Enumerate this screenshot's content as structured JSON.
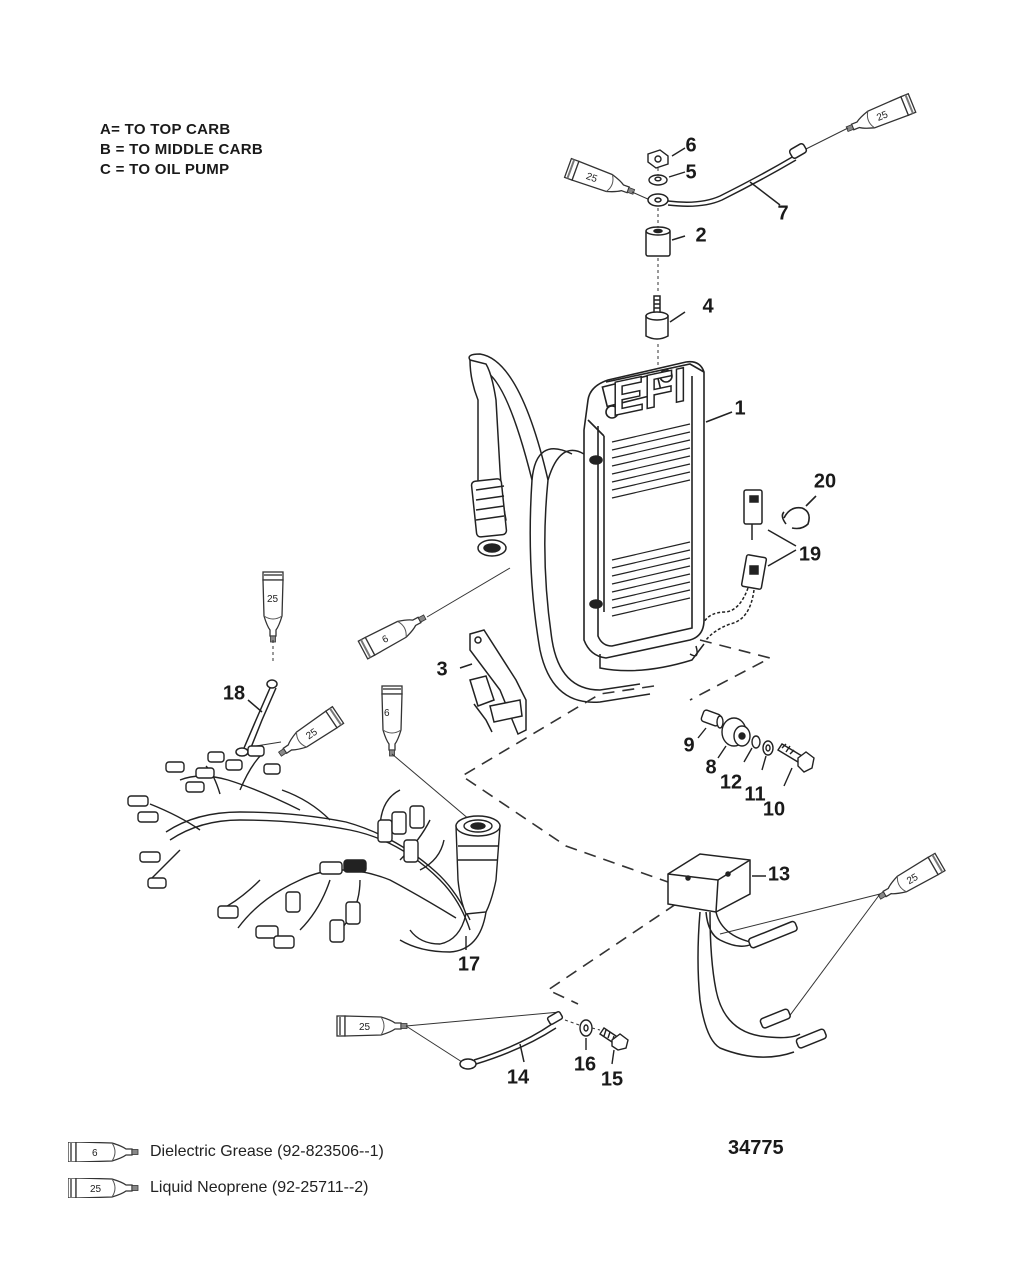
{
  "legend_top": [
    "A= TO TOP CARB",
    "B = TO MIDDLE CARB",
    "C = TO OIL PUMP"
  ],
  "callouts": {
    "p1": "1",
    "p2": "2",
    "p3": "3",
    "p4": "4",
    "p5": "5",
    "p6": "6",
    "p7": "7",
    "p8": "8",
    "p9": "9",
    "p10": "10",
    "p11": "11",
    "p12": "12",
    "p13": "13",
    "p14": "14",
    "p15": "15",
    "p16": "16",
    "p17": "17",
    "p18": "18",
    "p19": "19",
    "p20": "20"
  },
  "tube_labels": {
    "grease": "6",
    "neoprene": "25"
  },
  "ecu_logo": "EFI",
  "drawing_number": "34775",
  "key": [
    {
      "tube": "6",
      "text": "Dielectric Grease (92-823506--1)"
    },
    {
      "tube": "25",
      "text": "Liquid Neoprene (92-25711--2)"
    }
  ]
}
